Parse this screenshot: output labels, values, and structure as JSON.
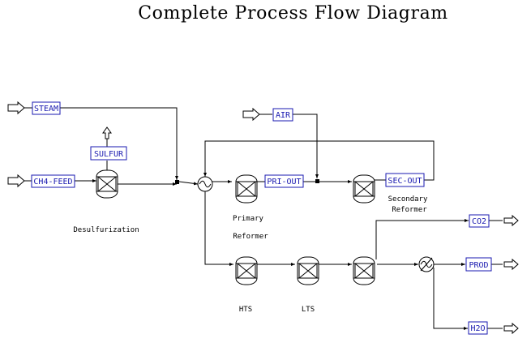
{
  "title": "Complete Process Flow Diagram",
  "streams": {
    "steam": "STEAM",
    "ch4_feed": "CH4-FEED",
    "sulfur": "SULFUR",
    "air": "AIR",
    "pri_out": "PRI-OUT",
    "sec_out": "SEC-OUT",
    "co2": "CO2",
    "prod": "PROD",
    "h2o": "H2O"
  },
  "units": {
    "desulfurization": "Desulfurization",
    "primary_1": "Primary",
    "primary_2": "Reformer",
    "secondary_1": "Secondary",
    "secondary_2": "Reformer",
    "hts": "HTS",
    "lts": "LTS"
  }
}
